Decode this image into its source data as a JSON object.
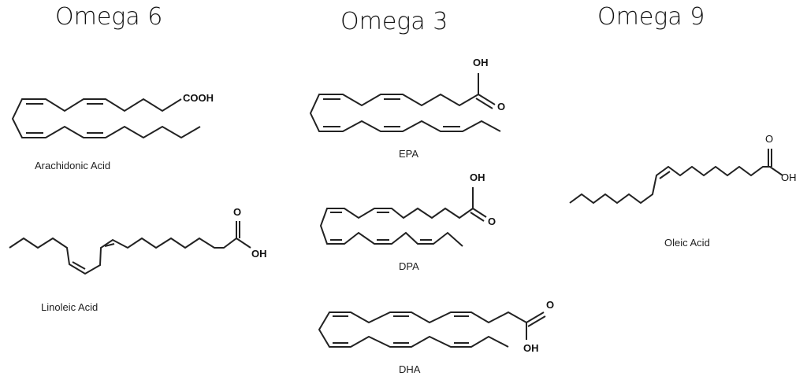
{
  "groups": {
    "omega6": {
      "title": "Omega 6"
    },
    "omega3": {
      "title": "Omega 3"
    },
    "omega9": {
      "title": "Omega 9"
    }
  },
  "molecules": {
    "arachidonic": {
      "name": "Arachidonic Acid",
      "group_label": "COOH"
    },
    "linoleic": {
      "name": "Linoleic Acid",
      "o": "O",
      "oh": "OH"
    },
    "epa": {
      "name": "EPA",
      "o": "O",
      "oh": "OH"
    },
    "dpa": {
      "name": "DPA",
      "o": "O",
      "oh": "OH"
    },
    "dha": {
      "name": "DHA",
      "o": "O",
      "oh": "OH"
    },
    "oleic": {
      "name": "Oleic Acid",
      "o": "O",
      "oh": "OH"
    }
  }
}
